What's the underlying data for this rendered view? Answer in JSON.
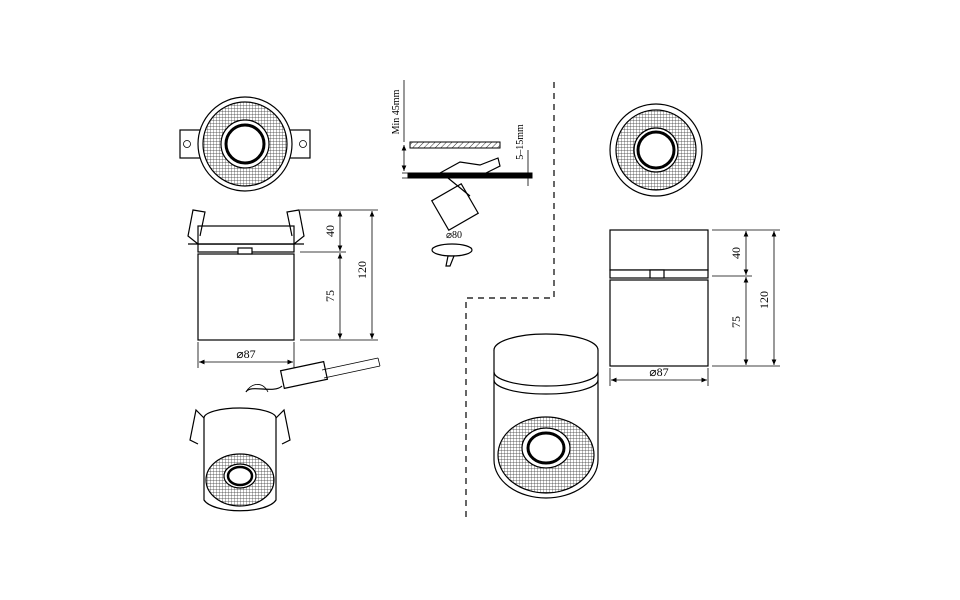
{
  "dimensions": {
    "recessed_top_height": "40",
    "recessed_body_height": "75",
    "recessed_total_height": "120",
    "recessed_diameter": "⌀87",
    "cutout_diameter": "⌀80",
    "min_depth": "Min 45mm",
    "ceiling_thickness": "5–15mm",
    "surface_top_height": "40",
    "surface_body_height": "75",
    "surface_total_height": "120",
    "surface_diameter": "⌀87"
  }
}
